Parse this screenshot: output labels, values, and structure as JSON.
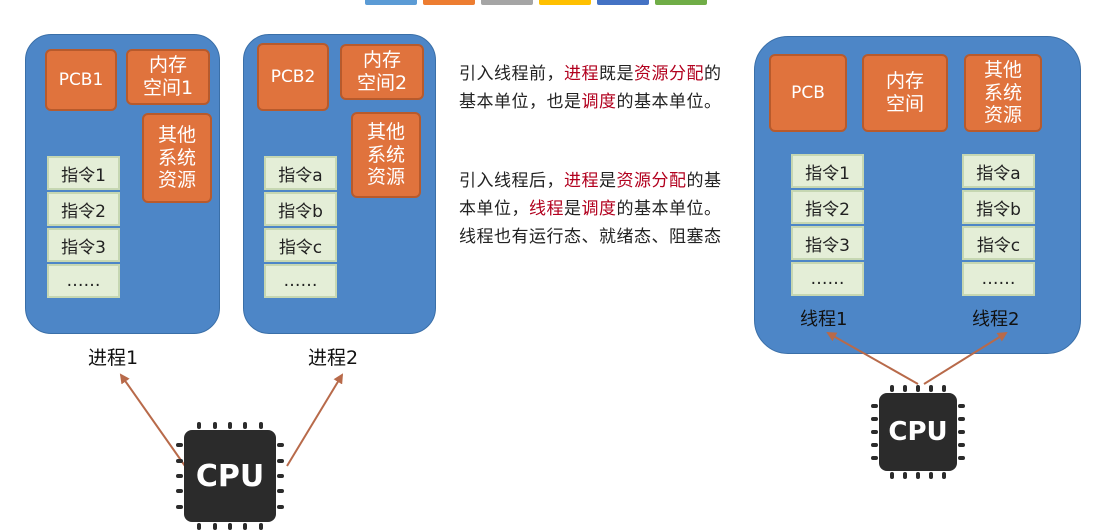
{
  "top_tabs": [
    "#5b9bd5",
    "#ed7d31",
    "#a5a5a5",
    "#ffc000",
    "#4472c4",
    "#70ad47"
  ],
  "process1": {
    "pcb": "PCB1",
    "memory": "内存\n空间1",
    "other": "其他\n系统\n资源",
    "instructions": [
      "指令1",
      "指令2",
      "指令3",
      "……"
    ],
    "caption": "进程1"
  },
  "process2": {
    "pcb": "PCB2",
    "memory": "内存\n空间2",
    "other": "其他\n系统\n资源",
    "instructions": [
      "指令a",
      "指令b",
      "指令c",
      "……"
    ],
    "caption": "进程2"
  },
  "description": {
    "p1": [
      {
        "text": "引入线程前，"
      },
      {
        "text": "进程",
        "hl": true
      },
      {
        "text": "既是"
      },
      {
        "text": "资源分配",
        "hl": true
      },
      {
        "text": "的基本单位，也是"
      },
      {
        "text": "调度",
        "hl": true
      },
      {
        "text": "的基本单位。"
      }
    ],
    "p2": [
      {
        "text": "引入线程后，"
      },
      {
        "text": "进程",
        "hl": true
      },
      {
        "text": "是"
      },
      {
        "text": "资源分配",
        "hl": true
      },
      {
        "text": "的基本单位，"
      },
      {
        "text": "线程",
        "hl": true
      },
      {
        "text": "是"
      },
      {
        "text": "调度",
        "hl": true
      },
      {
        "text": "的基本单位。线程也有运行态、就绪态、阻塞态"
      }
    ]
  },
  "process3": {
    "pcb": "PCB",
    "memory": "内存\n空间",
    "other": "其他\n系统\n资源",
    "thread1": {
      "instructions": [
        "指令1",
        "指令2",
        "指令3",
        "……"
      ],
      "label": "线程1"
    },
    "thread2": {
      "instructions": [
        "指令a",
        "指令b",
        "指令c",
        "……"
      ],
      "label": "线程2"
    }
  },
  "cpu_label": "CPU",
  "colors": {
    "process_blue": "#4d86c7",
    "resource_orange": "#e0733d",
    "instruction_green": "#e4eed7",
    "highlight_red": "#b2001e",
    "arrow_brown": "#b86a4a"
  }
}
